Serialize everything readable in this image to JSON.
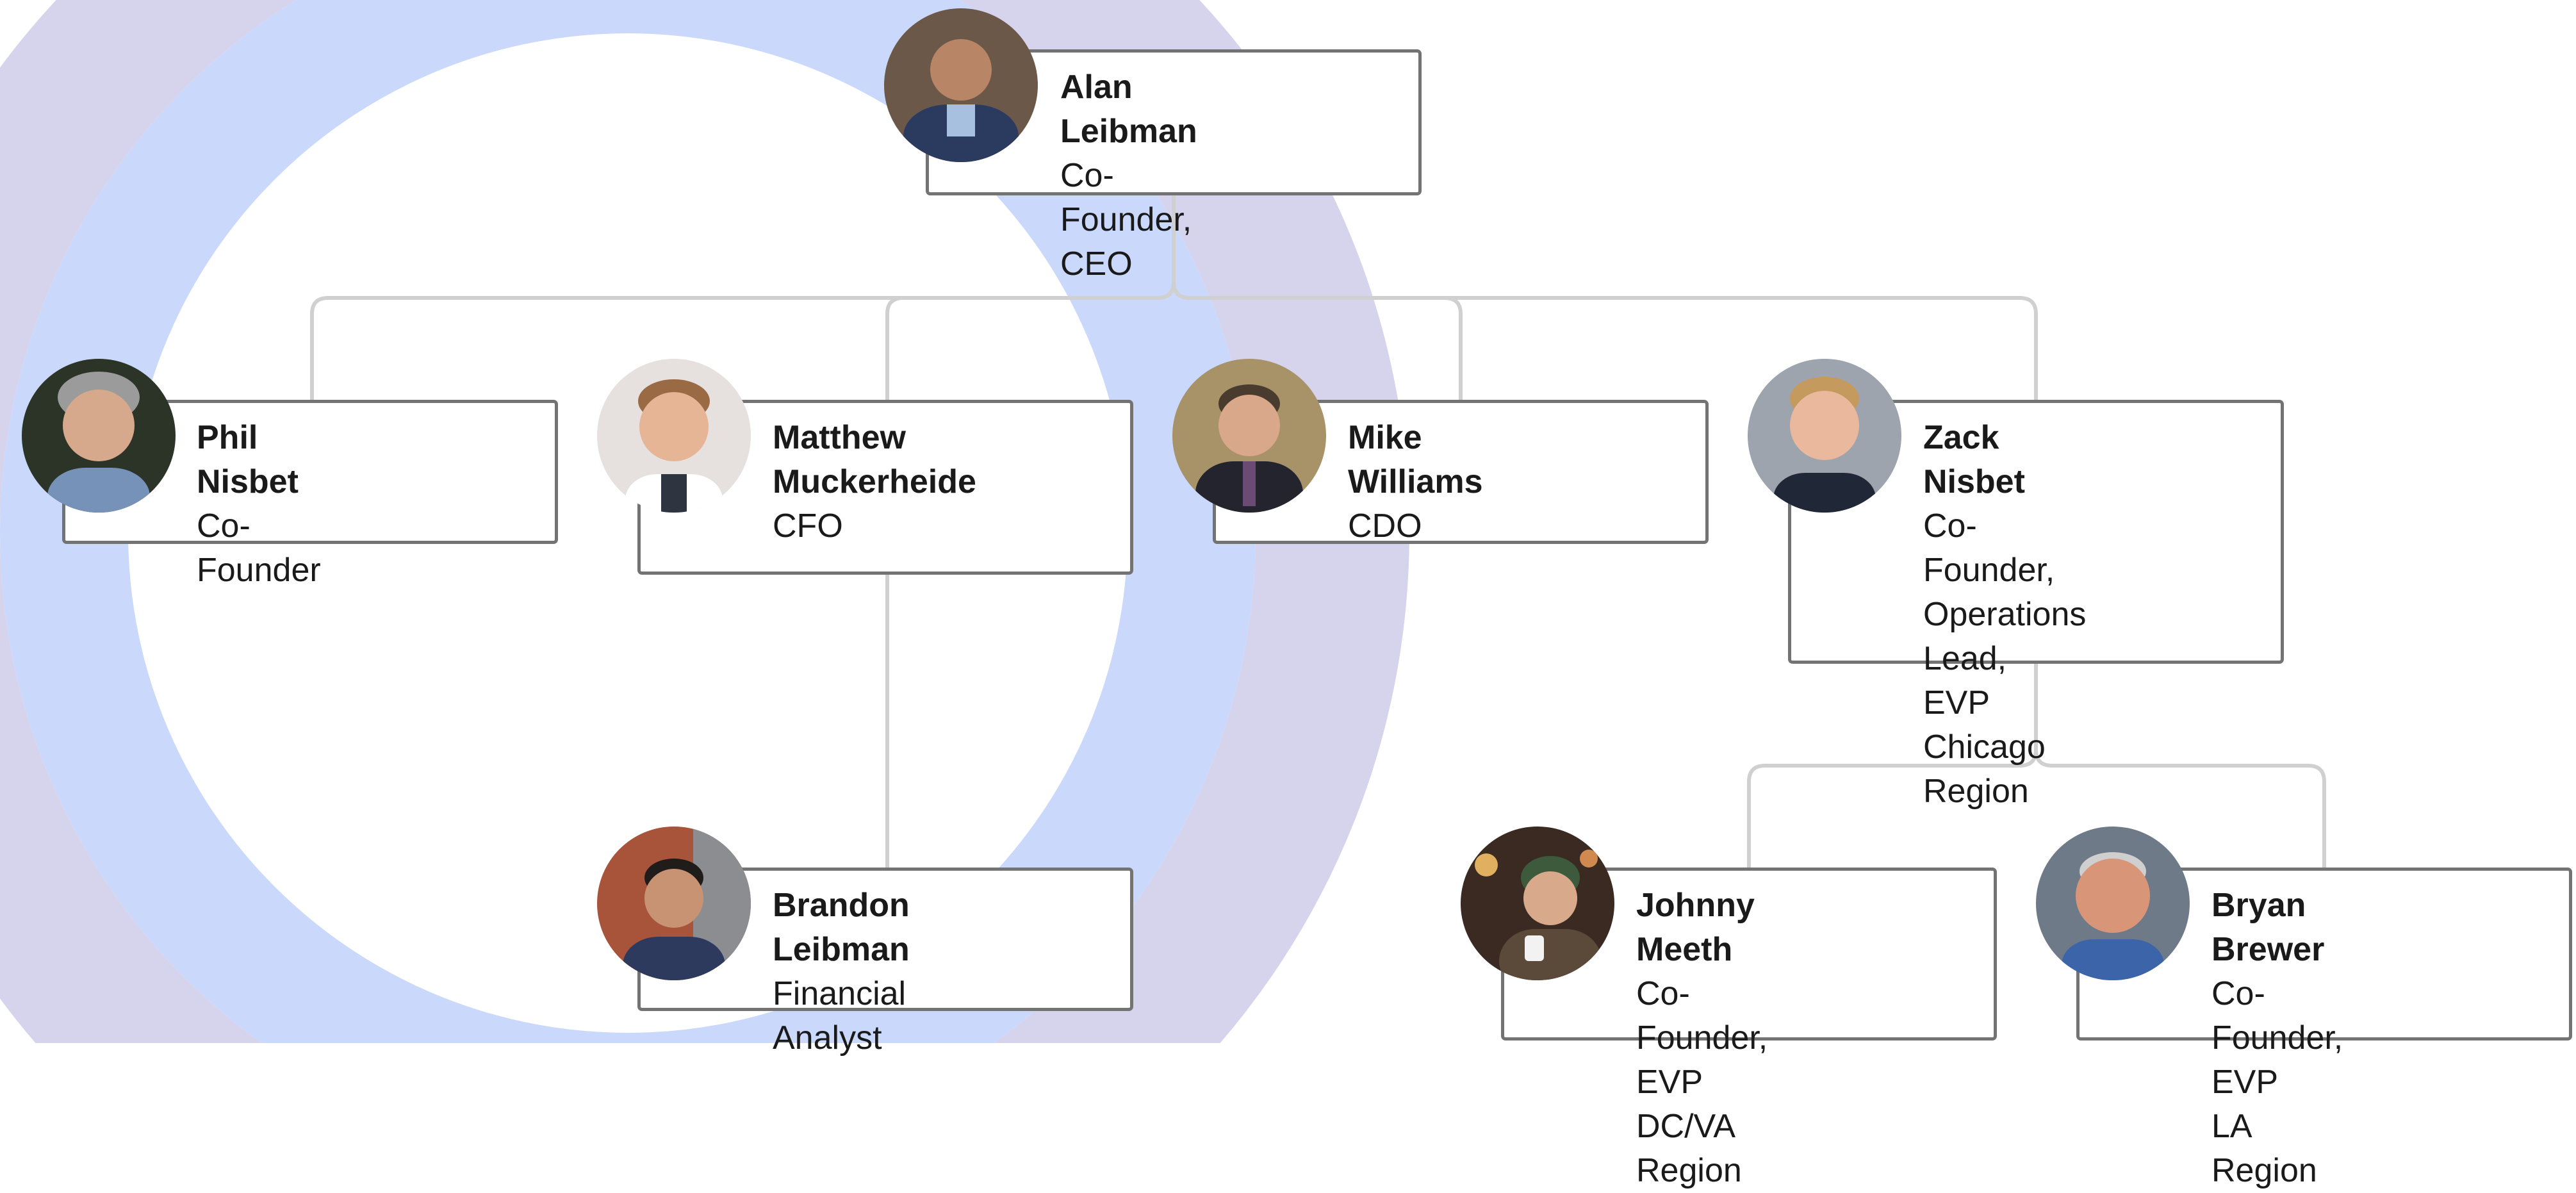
{
  "org_chart": {
    "nodes": [
      {
        "id": "alan",
        "name": "Alan Leibman",
        "title": "Co-Founder, CEO",
        "avatar": "portrait-photo"
      },
      {
        "id": "phil",
        "name": "Phil Nisbet",
        "title": "Co-Founder",
        "avatar": "portrait-photo"
      },
      {
        "id": "matthew",
        "name": "Matthew\nMuckerheide",
        "title": "CFO",
        "avatar": "portrait-photo"
      },
      {
        "id": "mike",
        "name": "Mike Williams",
        "title": "CDO",
        "avatar": "portrait-photo"
      },
      {
        "id": "zack",
        "name": "Zack Nisbet",
        "title": "Co-Founder,\nOperations Lead,\nEVP Chicago\nRegion",
        "avatar": "portrait-photo"
      },
      {
        "id": "brandon",
        "name": "Brandon Leibman",
        "title": "Financial Analyst",
        "avatar": "portrait-photo"
      },
      {
        "id": "johnny",
        "name": "Johnny Meeth",
        "title": "Co-Founder, EVP\nDC/VA Region",
        "avatar": "portrait-photo"
      },
      {
        "id": "bryan",
        "name": "Bryan Brewer",
        "title": "Co-Founder, EVP\nLA Region",
        "avatar": "portrait-photo"
      }
    ],
    "edges": [
      {
        "from": "alan",
        "to": "phil"
      },
      {
        "from": "alan",
        "to": "matthew"
      },
      {
        "from": "alan",
        "to": "mike"
      },
      {
        "from": "alan",
        "to": "zack"
      },
      {
        "from": "matthew",
        "to": "brandon"
      },
      {
        "from": "zack",
        "to": "johnny"
      },
      {
        "from": "zack",
        "to": "bryan"
      }
    ],
    "colors": {
      "card_border": "#737373",
      "connector": "#d0d0d0",
      "arc_outer": "#d6d3ec",
      "arc_inner": "#c9d8fb"
    }
  }
}
